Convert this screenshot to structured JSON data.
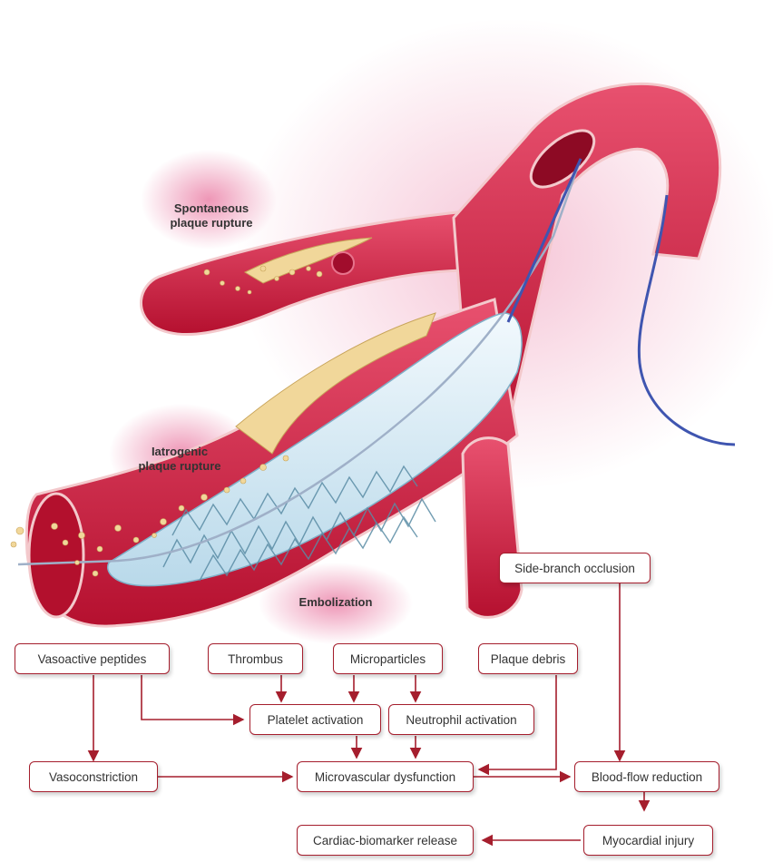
{
  "labels": {
    "spontaneous": "Spontaneous plaque rupture",
    "iatrogenic": "Iatrogenic plaque rupture",
    "embolization": "Embolization"
  },
  "boxes": {
    "side_branch_occlusion": "Side-branch occlusion",
    "vasoactive_peptides": "Vasoactive peptides",
    "thrombus": "Thrombus",
    "microparticles": "Microparticles",
    "plaque_debris": "Plaque debris",
    "platelet_activation": "Platelet activation",
    "neutrophil_activation": "Neutrophil activation",
    "vasoconstriction": "Vasoconstriction",
    "microvascular_dysfunction": "Microvascular dysfunction",
    "blood_flow_reduction": "Blood-flow reduction",
    "myocardial_injury": "Myocardial injury",
    "cardiac_biomarker_release": "Cardiac-biomarker release"
  },
  "colors": {
    "arrow": "#a51e2d",
    "vessel": "#c8163f",
    "vessel_light": "#e8516f",
    "plaque": "#f1d79a",
    "stent_balloon": "#cfe6f2",
    "guidewire": "#3f55b0",
    "glow": "#e0407a"
  }
}
